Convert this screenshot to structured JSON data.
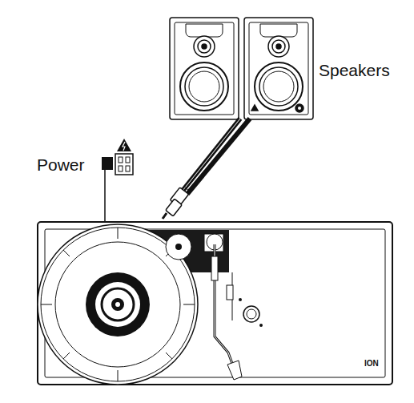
{
  "diagram": {
    "labels": [
      "Power",
      "Speakers",
      "ION"
    ]
  }
}
